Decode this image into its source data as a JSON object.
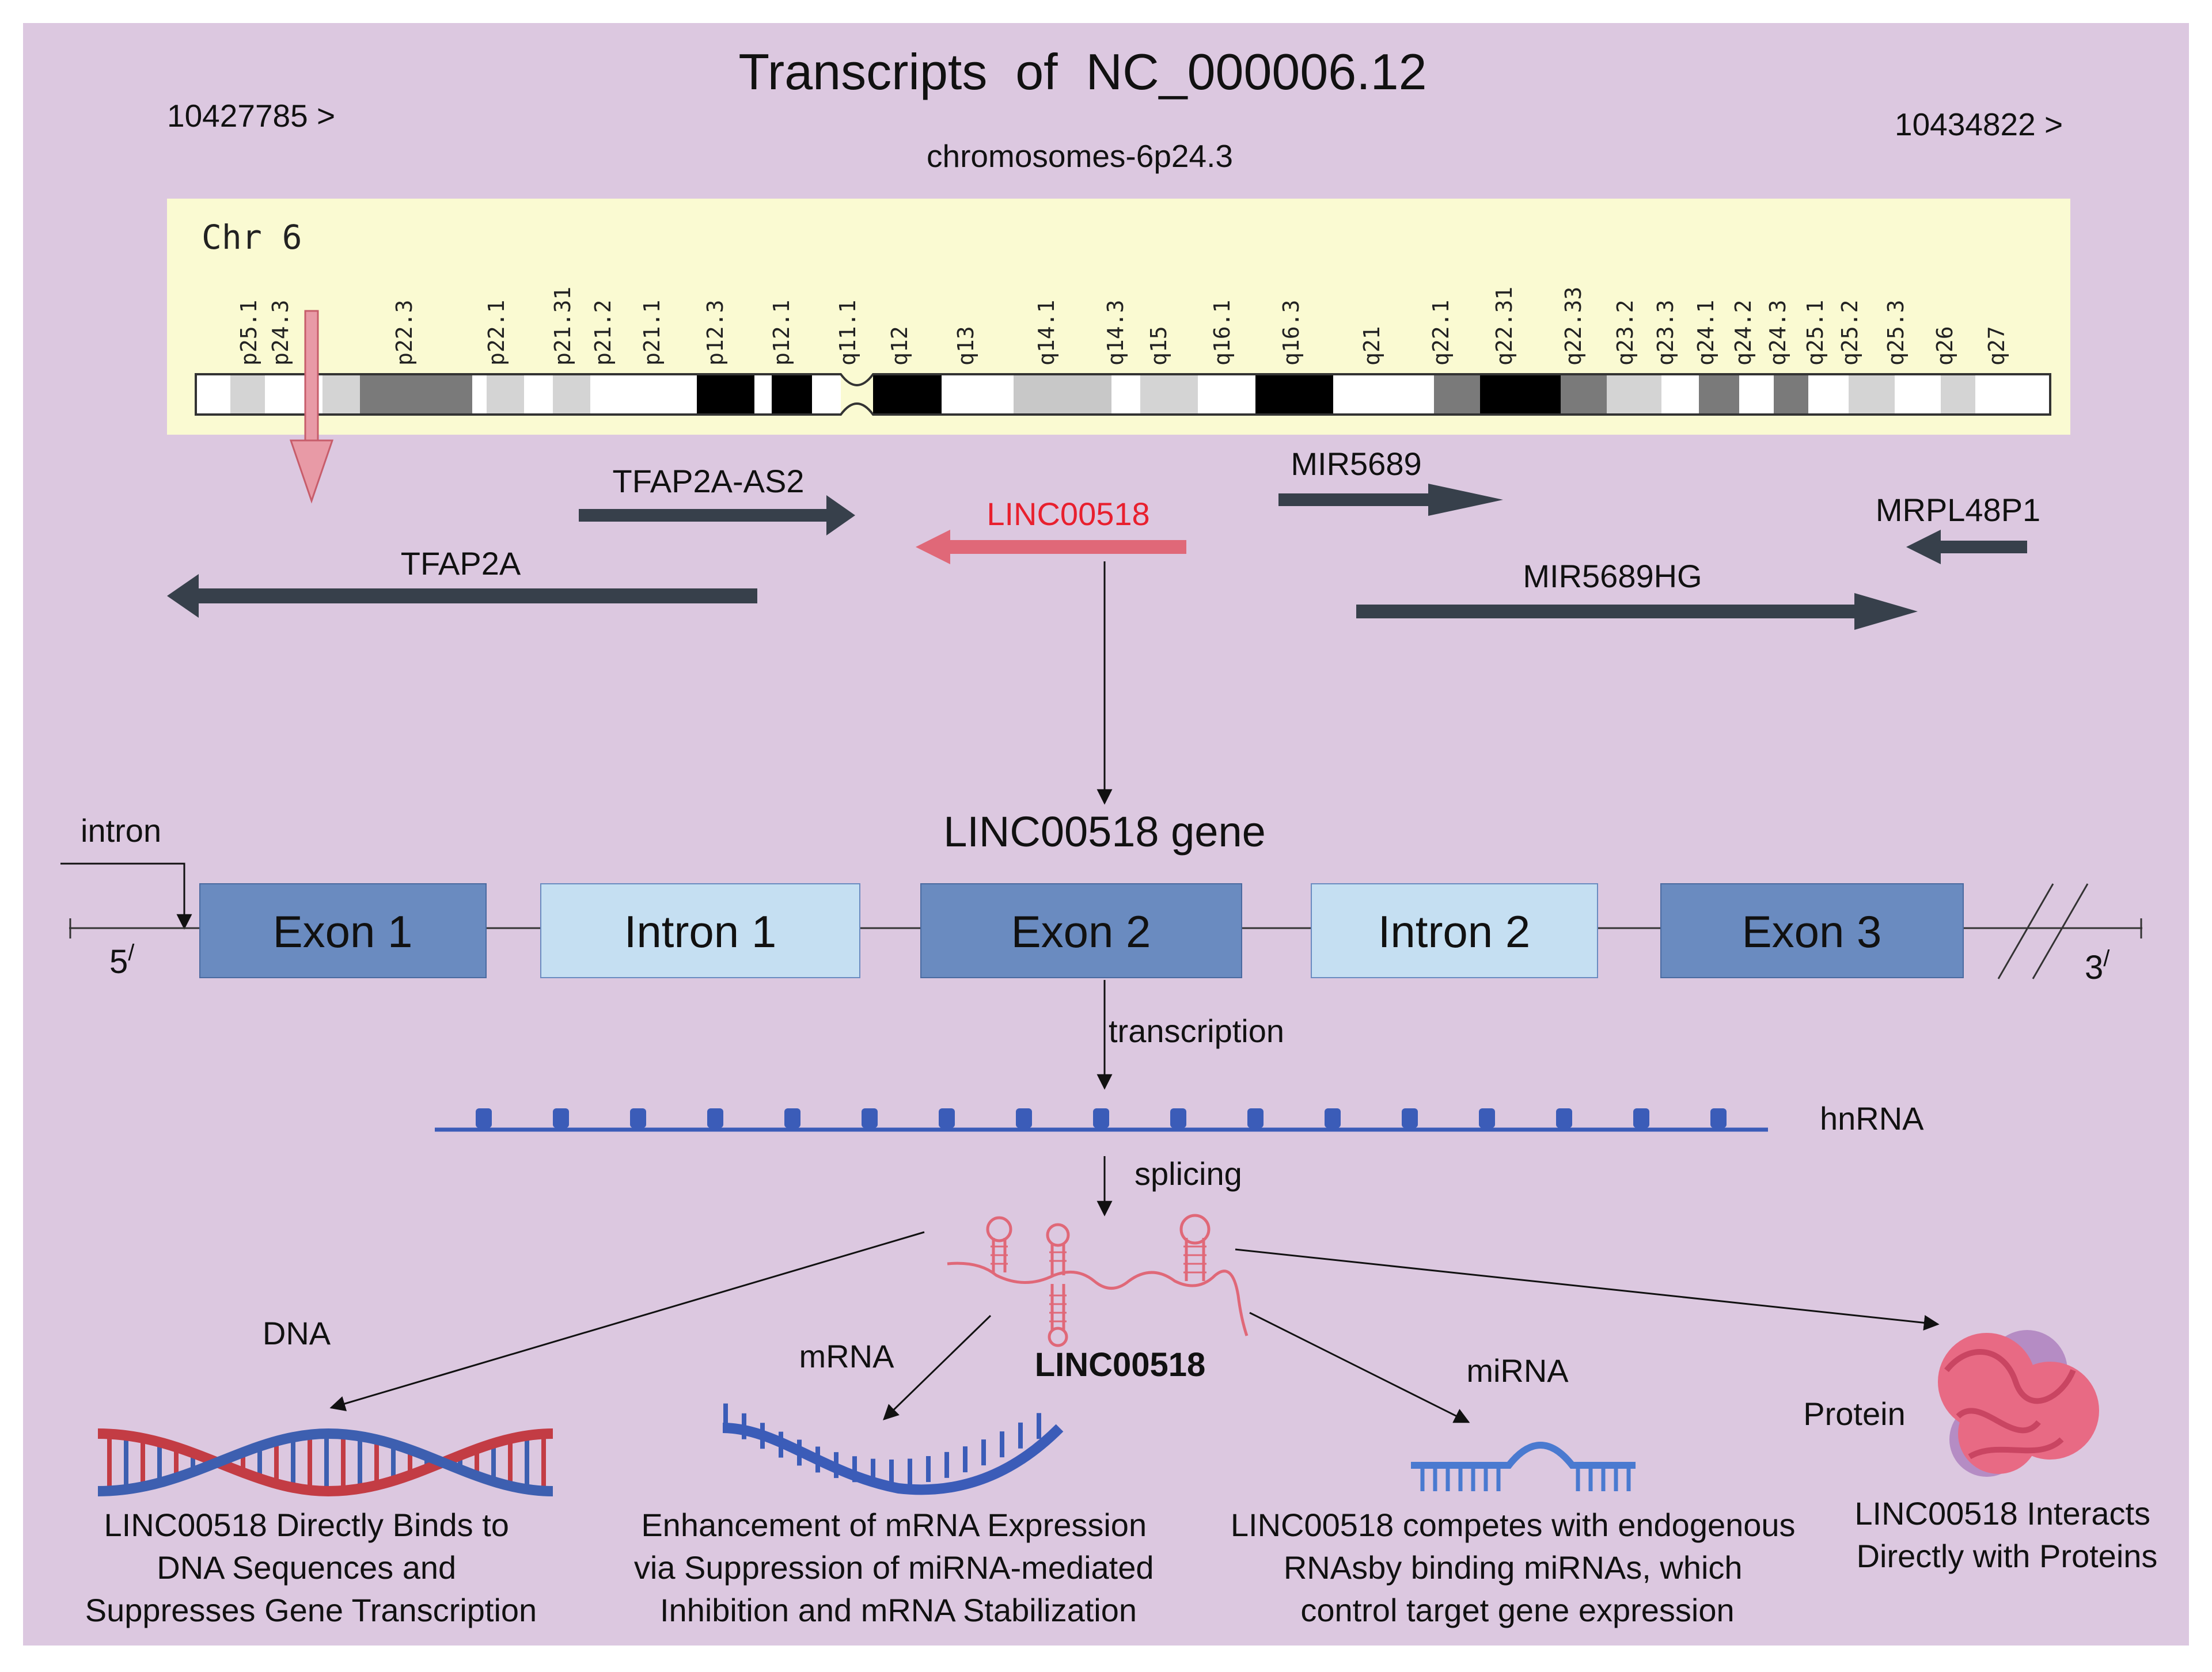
{
  "title": "Transcripts  of  NC_000006.12",
  "subtitle": "chromosomes-6p24.3",
  "coord_left": "10427785 >",
  "coord_right": "10434822 >",
  "ideogram": {
    "label": "Chr 6",
    "bands": [
      "p25.1",
      "p24.3",
      "p22.3",
      "p22.1",
      "p21.31",
      "p21.2",
      "p21.1",
      "p12.3",
      "p12.1",
      "q11.1",
      "q12",
      "q13",
      "q14.1",
      "q14.3",
      "q15",
      "q16.1",
      "q16.3",
      "q21",
      "q22.1",
      "q22.31",
      "q22.33",
      "q23.2",
      "q23.3",
      "q24.1",
      "q24.2",
      "q24.3",
      "q25.1",
      "q25.2",
      "q25.3",
      "q26",
      "q27"
    ]
  },
  "genes": {
    "tfap2a_as2": "TFAP2A-AS2",
    "tfap2a": "TFAP2A",
    "linc00518": "LINC00518",
    "mir5689": "MIR5689",
    "mir5689hg": "MIR5689HG",
    "mrpl48p1": "MRPL48P1"
  },
  "gene_structure": {
    "title": "LINC00518 gene",
    "intron_label": "intron",
    "five_prime": "5",
    "three_prime": "3",
    "prime_mark": "/",
    "segments": [
      "Exon 1",
      "Intron 1",
      "Exon 2",
      "Intron 2",
      "Exon 3"
    ]
  },
  "steps": {
    "transcription": "transcription",
    "hnrna": "hnRNA",
    "splicing": "splicing"
  },
  "lnc_label": "LINC00518",
  "targets": {
    "dna": "DNA",
    "mrna": "mRNA",
    "mirna": "miRNA",
    "protein": "Protein"
  },
  "captions": {
    "dna": [
      "LINC00518 Directly Binds to",
      "DNA Sequences and",
      "Suppresses Gene Transcription"
    ],
    "mrna": [
      "Enhancement of mRNA Expression",
      "via Suppression of miRNA-mediated",
      "Inhibition and mRNA Stabilization"
    ],
    "mirna": [
      "LINC00518 competes with endogenous",
      "RNAsby binding miRNAs, which",
      "control target gene expression"
    ],
    "protein": [
      "LINC00518 Interacts",
      "Directly with Proteins"
    ]
  },
  "colors": {
    "panel_bg": "#dcc8e0",
    "ideogram_bg": "#fafad2",
    "exon": "#6a8bc0",
    "intron": "#c5dff2",
    "arrow_dark": "#37404b",
    "lnc_red": "#e06878",
    "lnc_label_red": "#e8202e",
    "hnrna_blue": "#3b5cb8",
    "protein_pink": "#e86a84",
    "protein_purple": "#b58cc4"
  }
}
